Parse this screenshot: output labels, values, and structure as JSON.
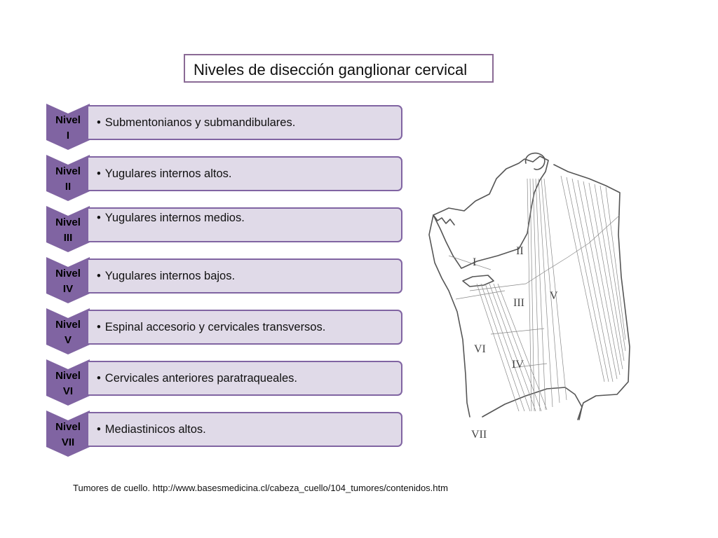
{
  "title": "Niveles de disección ganglionar cervical",
  "levels": [
    {
      "label_line1": "Nivel",
      "label_line2": "I",
      "description": "Submentonianos y submandibulares."
    },
    {
      "label_line1": "Nivel",
      "label_line2": "II",
      "description": "Yugulares internos altos."
    },
    {
      "label_line1": "Nivel",
      "label_line2": "III",
      "description": "Yugulares internos medios."
    },
    {
      "label_line1": "Nivel",
      "label_line2": "IV",
      "description": "Yugulares internos bajos."
    },
    {
      "label_line1": "Nivel",
      "label_line2": "V",
      "description": "Espinal accesorio y cervicales transversos."
    },
    {
      "label_line1": "Nivel",
      "label_line2": "VI",
      "description": "Cervicales anteriores paratraqueales."
    },
    {
      "label_line1": "Nivel",
      "label_line2": "VII",
      "description": "Mediastinicos altos."
    }
  ],
  "bullet": "•",
  "figure_labels": {
    "I": "I",
    "II": "II",
    "III": "III",
    "IV": "IV",
    "V": "V",
    "VI": "VI",
    "VII": "VII"
  },
  "citation": "Tumores de cuello. http://www.basesmedicina.cl/cabeza_cuello/104_tumores/contenidos.htm",
  "colors": {
    "accent": "#8064a2",
    "card_fill": "#e0dae8",
    "title_border": "#8a6a95"
  }
}
